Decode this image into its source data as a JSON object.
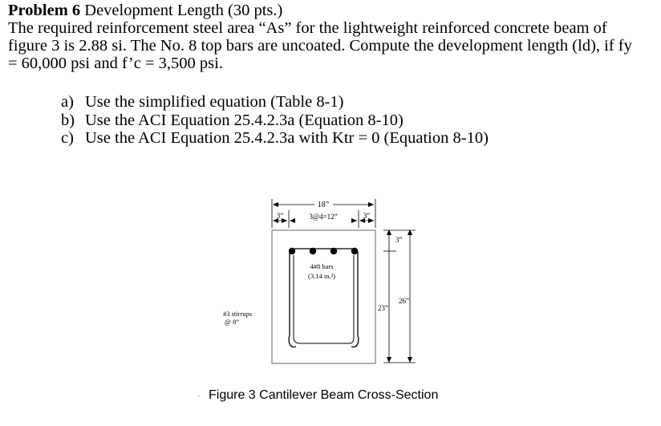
{
  "problem": {
    "number_label": "Problem 6",
    "title_rest": " Development Length (30 pts.)",
    "line1": "The required reinforcement steel area “As” for the lightweight reinforced concrete beam of",
    "line2": "figure 3 is 2.88 si.  The No. 8 top bars are uncoated.  Compute the development length (ld), if fy",
    "line3": "= 60,000 psi and f’c = 3,500 psi."
  },
  "parts": [
    {
      "label": "a)",
      "text": "Use the simplified equation (Table 8-1)"
    },
    {
      "label": "b)",
      "text": "Use the ACI Equation 25.4.2.3a (Equation 8-10)"
    },
    {
      "label": "c)",
      "text": "Use the ACI Equation 25.4.2.3a with Ktr = 0 (Equation 8-10)"
    }
  ],
  "figure": {
    "width_dim": "18”",
    "left_cover": "3”",
    "spacing": "3@4=12”",
    "right_cover": "3”",
    "top_cover": "3”",
    "bars_label_1": "4#8 bars",
    "bars_label_2": "(3.14 in.²)",
    "stirrups_label_1": "#3 stirrups",
    "stirrups_label_2": "@ 8”",
    "effective_depth": "23”",
    "total_depth": "26”",
    "caption": "Figure 3 Cantilever Beam Cross-Section"
  }
}
